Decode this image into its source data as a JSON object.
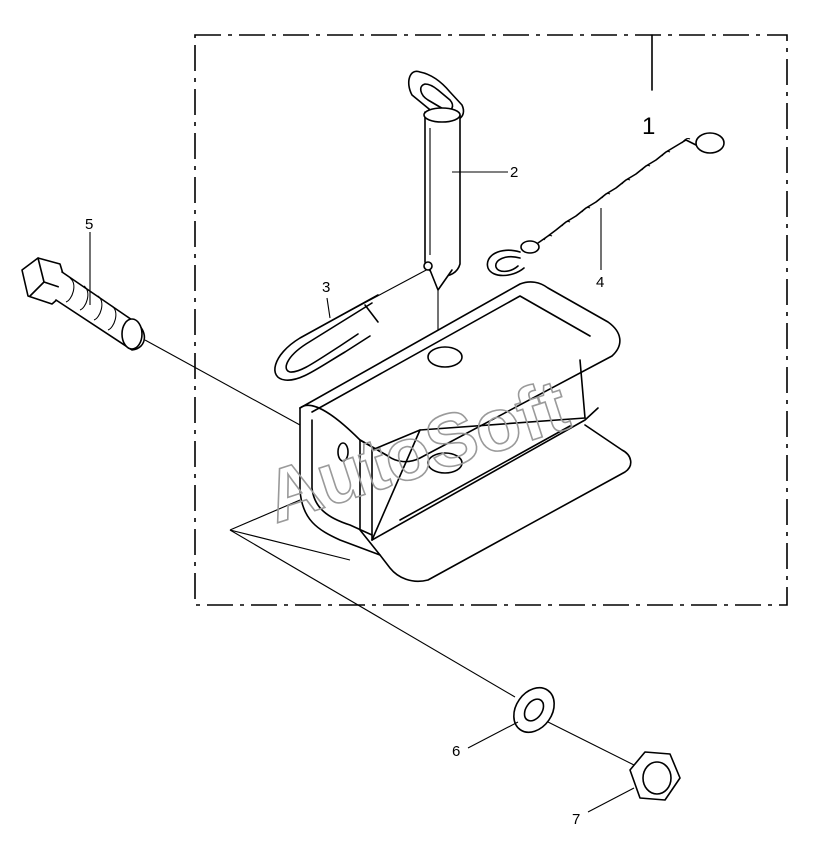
{
  "callouts": {
    "c1": "1",
    "c2": "2",
    "c3": "3",
    "c4": "4",
    "c5": "5",
    "c6": "6",
    "c7": "7"
  },
  "watermark": "AutoSoft",
  "colors": {
    "line": "#000000",
    "background": "#ffffff",
    "watermark": "#9a9a9a"
  }
}
